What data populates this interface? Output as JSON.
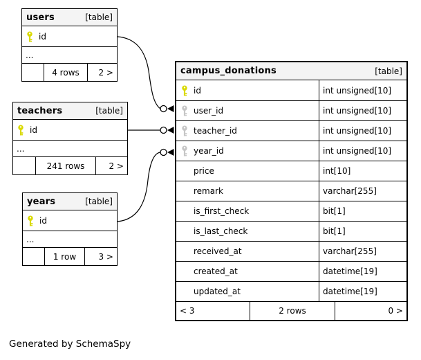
{
  "note": "Generated by SchemaSpy",
  "colors": {
    "primary_key": "#d9d900",
    "foreign_key": "#c6c6c6",
    "header_bg": "#f4f4f4",
    "border": "#000000"
  },
  "tables": {
    "users": {
      "name": "users",
      "tag": "[table]",
      "ellipsis": "...",
      "columns": [
        {
          "name": "id",
          "key": "primary"
        }
      ],
      "footer": {
        "left": "",
        "center": "4 rows",
        "right": "2 >"
      }
    },
    "teachers": {
      "name": "teachers",
      "tag": "[table]",
      "ellipsis": "...",
      "columns": [
        {
          "name": "id",
          "key": "primary"
        }
      ],
      "footer": {
        "left": "",
        "center": "241 rows",
        "right": "2 >"
      }
    },
    "years": {
      "name": "years",
      "tag": "[table]",
      "ellipsis": "...",
      "columns": [
        {
          "name": "id",
          "key": "primary"
        }
      ],
      "footer": {
        "left": "",
        "center": "1 row",
        "right": "3 >"
      }
    },
    "campus_donations": {
      "name": "campus_donations",
      "tag": "[table]",
      "columns": [
        {
          "name": "id",
          "type": "int unsigned[10]",
          "key": "primary"
        },
        {
          "name": "user_id",
          "type": "int unsigned[10]",
          "key": "foreign"
        },
        {
          "name": "teacher_id",
          "type": "int unsigned[10]",
          "key": "foreign"
        },
        {
          "name": "year_id",
          "type": "int unsigned[10]",
          "key": "foreign"
        },
        {
          "name": "price",
          "type": "int[10]",
          "key": ""
        },
        {
          "name": "remark",
          "type": "varchar[255]",
          "key": ""
        },
        {
          "name": "is_first_check",
          "type": "bit[1]",
          "key": ""
        },
        {
          "name": "is_last_check",
          "type": "bit[1]",
          "key": ""
        },
        {
          "name": "received_at",
          "type": "varchar[255]",
          "key": ""
        },
        {
          "name": "created_at",
          "type": "datetime[19]",
          "key": ""
        },
        {
          "name": "updated_at",
          "type": "datetime[19]",
          "key": ""
        }
      ],
      "footer": {
        "left": "< 3",
        "center": "2 rows",
        "right": "0 >"
      }
    }
  },
  "relationships": [
    {
      "from": "users.id",
      "to": "campus_donations.user_id"
    },
    {
      "from": "teachers.id",
      "to": "campus_donations.teacher_id"
    },
    {
      "from": "years.id",
      "to": "campus_donations.year_id"
    }
  ]
}
